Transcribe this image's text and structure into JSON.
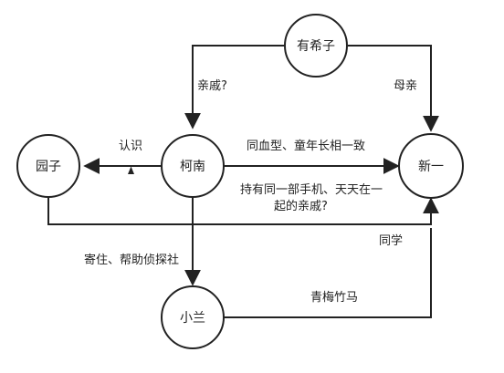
{
  "nodes": {
    "youxizi": "有希子",
    "kenan": "柯南",
    "yuanzi": "园子",
    "xinyi": "新一",
    "xiaolan": "小兰"
  },
  "edges": {
    "youxizi_kenan": "亲戚?",
    "youxizi_xinyi": "母亲",
    "kenan_yuanzi": "认识",
    "kenan_xinyi": "同血型、童年长相一致",
    "kenan_xinyi_2_line1": "持有同一部手机、天天在一",
    "kenan_xinyi_2_line2": "起的亲戚?",
    "yuanzi_xinyi": "同学",
    "kenan_xiaolan": "寄住、帮助侦探社",
    "xiaolan_xinyi": "青梅竹马"
  }
}
